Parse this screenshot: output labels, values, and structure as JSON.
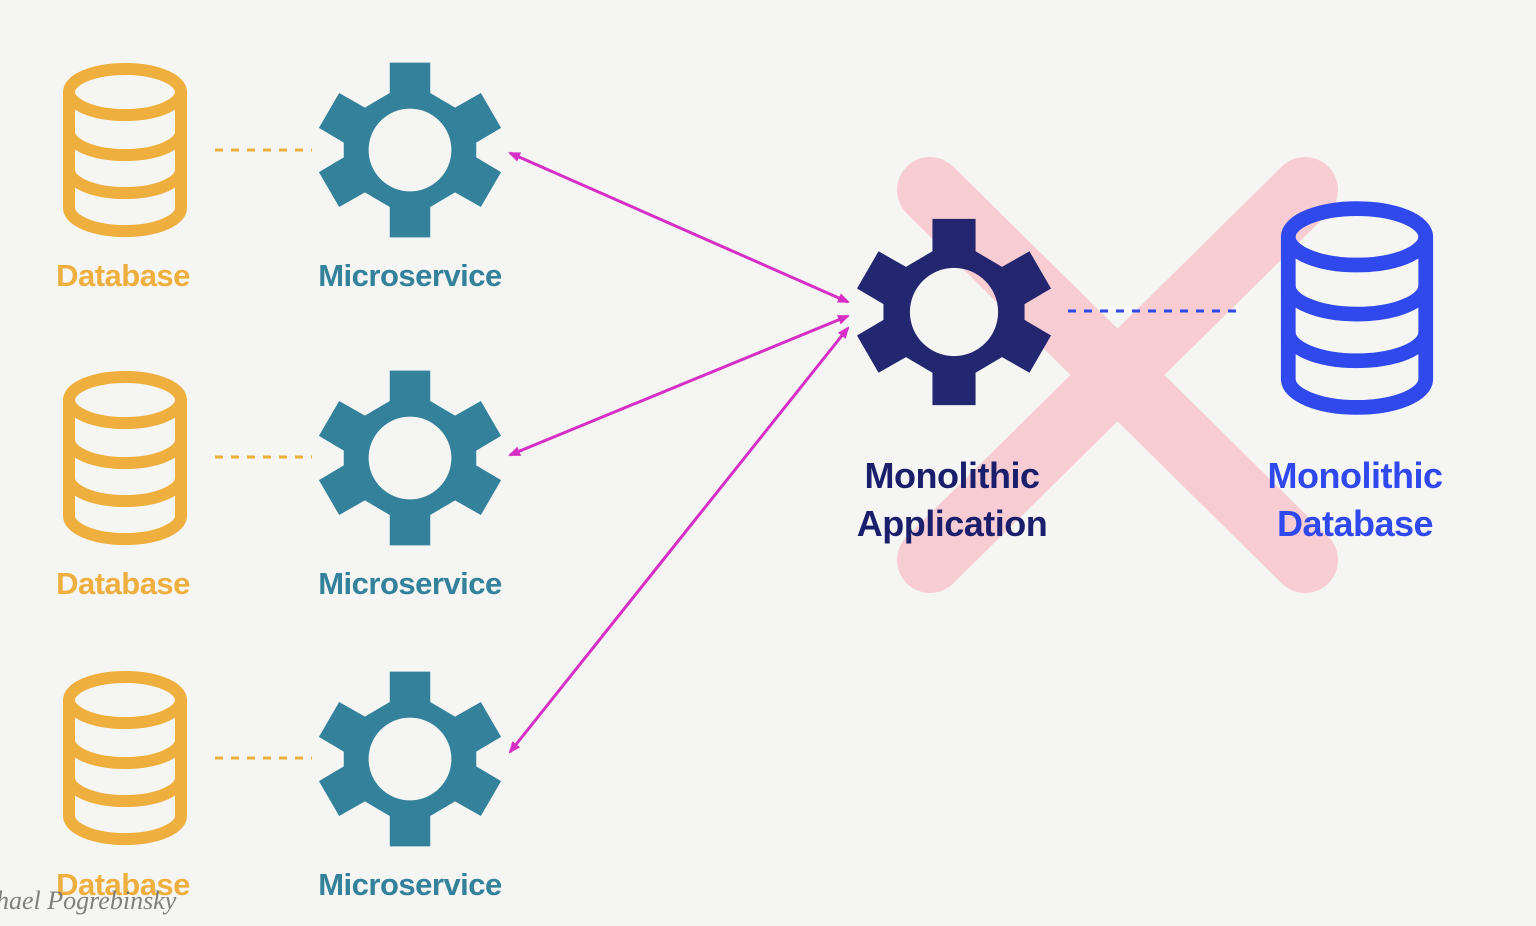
{
  "colors": {
    "background": "#f5f5f4",
    "database": "#efaf3e",
    "microservice": "#33819b",
    "monolith_app": "#1b1f6b",
    "monolith_db": "#2f49ee",
    "arrow": "#d62fc5",
    "cross": "#f7cdd3"
  },
  "icons": {
    "database": "database-icon",
    "microservice": "gear-icon",
    "monolith_app": "gear-icon",
    "monolith_db": "database-icon",
    "cross": "x-mark-icon"
  },
  "left_groups": [
    {
      "database_label": "Database",
      "service_label": "Microservice"
    },
    {
      "database_label": "Database",
      "service_label": "Microservice"
    },
    {
      "database_label": "Database",
      "service_label": "Microservice"
    }
  ],
  "monolith": {
    "app_label": "Monolithic\nApplication",
    "db_label": "Monolithic\nDatabase"
  },
  "credit": "hael Pogrebinsky"
}
